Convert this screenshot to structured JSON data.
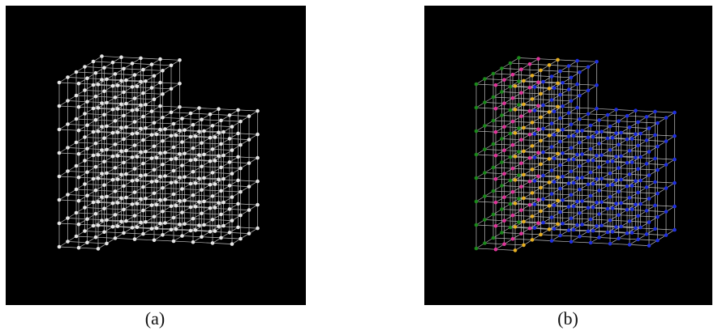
{
  "figure": {
    "panels": [
      {
        "id": "a",
        "caption": "(a)",
        "coloring": "white"
      },
      {
        "id": "b",
        "caption": "(b)",
        "coloring": "class"
      }
    ]
  },
  "lattice": {
    "description_hidden": true,
    "columns": 9,
    "rows": 8,
    "depth": 6
  },
  "colors": {
    "background": "#000000",
    "edge": "#bdbdbd",
    "node_plain": "#e6e6e6",
    "class_front": "#1a8a1a",
    "class_second": "#e0329a",
    "class_third": "#e8b020",
    "class_rest": "#1f2fe0"
  }
}
